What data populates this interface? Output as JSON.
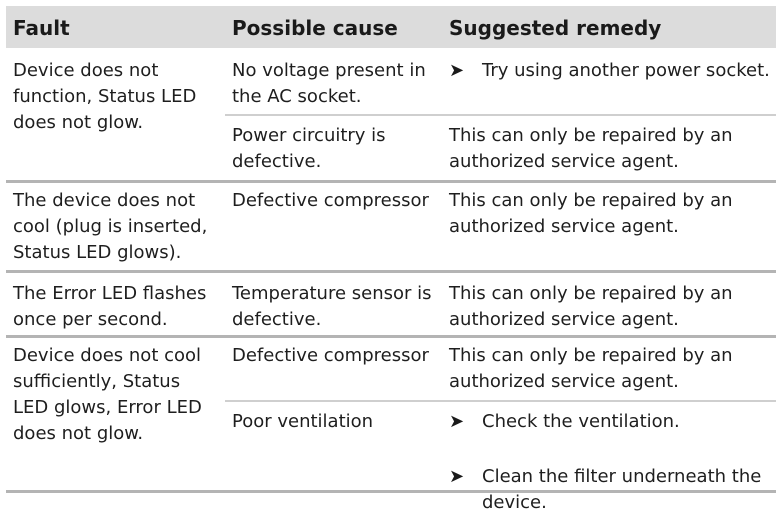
{
  "headers": [
    "Fault",
    "Possible cause",
    "Suggested remedy"
  ],
  "rows": [
    {
      "fault": "Device does not function, Status LED does not glow.",
      "causes": [
        {
          "cause": "No voltage present in the AC socket.",
          "remedy": [
            "Try using another power socket."
          ],
          "bullet": true
        },
        {
          "cause": "Power circuitry is defective.",
          "remedy": [
            "This can only be repaired by an authorized service agent."
          ],
          "bullet": false
        }
      ]
    },
    {
      "fault": "The device does not cool (plug is inserted, Status LED glows).",
      "causes": [
        {
          "cause": "Defective compressor",
          "remedy": [
            "This can only be repaired by an authorized service agent."
          ],
          "bullet": false
        }
      ]
    },
    {
      "fault": "The Error LED flashes once per second.",
      "causes": [
        {
          "cause": "Temperature sensor is defective.",
          "remedy": [
            "This can only be repaired by an authorized service agent."
          ],
          "bullet": false
        }
      ]
    },
    {
      "fault": "Device does not cool sufficiently, Status LED glows, Error LED does not glow.",
      "causes": [
        {
          "cause": "Defective compressor",
          "remedy": [
            "This can only be repaired by an authorized service agent."
          ],
          "bullet": false
        },
        {
          "cause": "Poor ventilation",
          "remedy": [
            "Check the ventilation.",
            "Clean the filter underneath the device."
          ],
          "bullet": true
        }
      ]
    }
  ]
}
